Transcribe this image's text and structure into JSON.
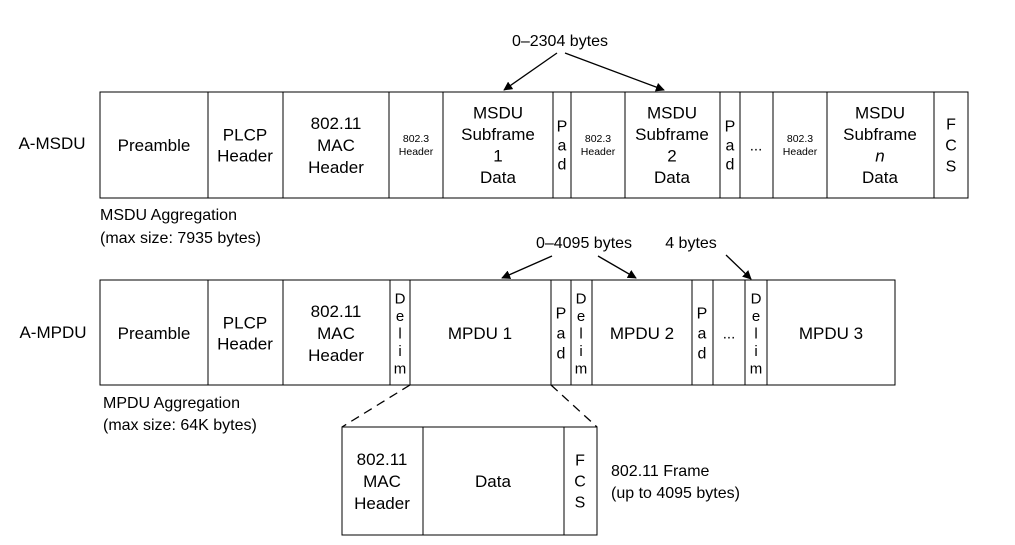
{
  "amsdu": {
    "row_label": "A-MSDU",
    "caption_line1": "MSDU Aggregation",
    "caption_line2": "(max size: 7935 bytes)",
    "size_label": "0–2304 bytes",
    "fields": {
      "preamble": [
        "Preamble"
      ],
      "plcp": [
        "PLCP",
        "Header"
      ],
      "mac": [
        "802.11",
        "MAC",
        "Header"
      ],
      "hdr1": [
        "802.3",
        "Header"
      ],
      "sub1": [
        "MSDU",
        "Subframe",
        "1",
        "Data"
      ],
      "pad1": [
        "P",
        "a",
        "d"
      ],
      "hdr2": [
        "802.3",
        "Header"
      ],
      "sub2": [
        "MSDU",
        "Subframe",
        "2",
        "Data"
      ],
      "pad2": [
        "P",
        "a",
        "d"
      ],
      "ellipsis": [
        "..."
      ],
      "hdrn": [
        "802.3",
        "Header"
      ],
      "subn": [
        "MSDU",
        "Subframe",
        "n",
        "Data"
      ],
      "fcs": [
        "F",
        "C",
        "S"
      ]
    }
  },
  "ampdu": {
    "row_label": "A-MPDU",
    "caption_line1": "MPDU Aggregation",
    "caption_line2": "(max size:  64K bytes)",
    "size_label": "0–4095 bytes",
    "delim_size_label": "4 bytes",
    "fields": {
      "preamble": [
        "Preamble"
      ],
      "plcp": [
        "PLCP",
        "Header"
      ],
      "mac": [
        "802.11",
        "MAC",
        "Header"
      ],
      "delim1": [
        "D",
        "e",
        "l",
        "i",
        "m"
      ],
      "mpdu1": [
        "MPDU 1"
      ],
      "pad1": [
        "P",
        "a",
        "d"
      ],
      "delim2": [
        "D",
        "e",
        "l",
        "i",
        "m"
      ],
      "mpdu2": [
        "MPDU 2"
      ],
      "pad2": [
        "P",
        "a",
        "d"
      ],
      "ellipsis": [
        "..."
      ],
      "delim3": [
        "D",
        "e",
        "l",
        "i",
        "m"
      ],
      "mpdu3": [
        "MPDU 3"
      ]
    }
  },
  "frame": {
    "caption_line1": "802.11 Frame",
    "caption_line2": "(up to 4095 bytes)",
    "fields": {
      "mac": [
        "802.11",
        "MAC",
        "Header"
      ],
      "data": [
        "Data"
      ],
      "fcs": [
        "F",
        "C",
        "S"
      ]
    }
  }
}
